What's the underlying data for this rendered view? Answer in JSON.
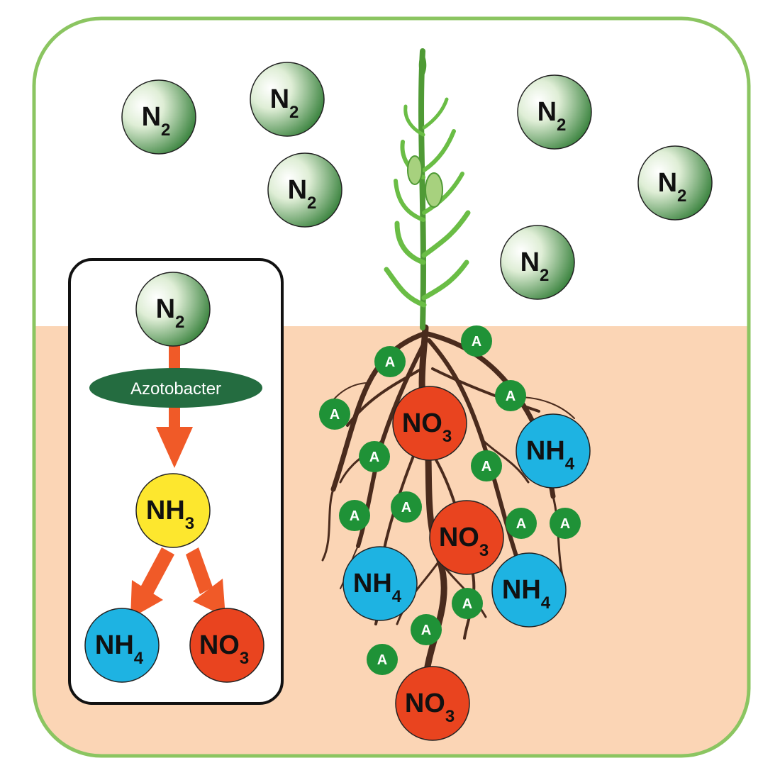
{
  "colors": {
    "frame_border": "#8bc561",
    "soil": "#fbd5b5",
    "sky": "#ffffff",
    "n2_gradient": [
      "#ffffff",
      "#2e7b33"
    ],
    "nh4": "#1eb3e2",
    "no3": "#e9441f",
    "nh3": "#fde72e",
    "azotobacter_cell": "#1f9237",
    "arrow": "#f05a28",
    "enzyme_oval": "#246c40",
    "root": "#4a2b1d",
    "plant_leaf": "#6abd45"
  },
  "molecules": {
    "n2": {
      "base": "N",
      "sub": "2"
    },
    "nh4": {
      "base": "NH",
      "sub": "4"
    },
    "no3": {
      "base": "NO",
      "sub": "3"
    },
    "nh3": {
      "base": "NH",
      "sub": "3"
    }
  },
  "azotobacter_marker": "A",
  "inset": {
    "enzyme_label": "Azotobacter"
  }
}
